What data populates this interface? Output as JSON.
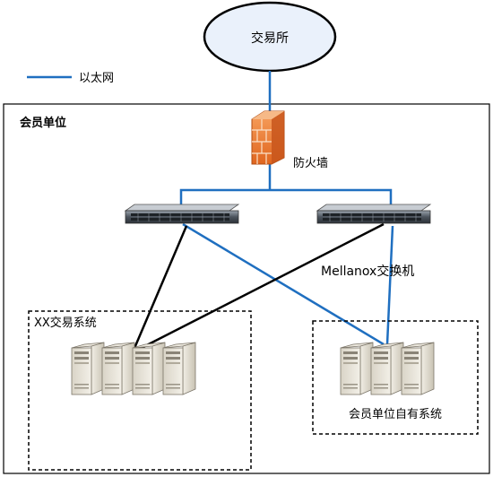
{
  "exchange": {
    "label": "交易所"
  },
  "legend": {
    "ethernet_label": "以太网",
    "line_color": "#1f6fc0"
  },
  "member": {
    "title": "会员单位"
  },
  "firewall": {
    "label": "防火墙"
  },
  "switches": {
    "label": "Mellanox交换机"
  },
  "xx_system": {
    "label": "XX交易系统",
    "server_count": 4
  },
  "own_system": {
    "label": "会员单位自有系统",
    "server_count": 3
  },
  "colors": {
    "ethernet": "#1f6fc0",
    "cross_link": "#000000",
    "exchange_fill": "#eaf1fb"
  }
}
